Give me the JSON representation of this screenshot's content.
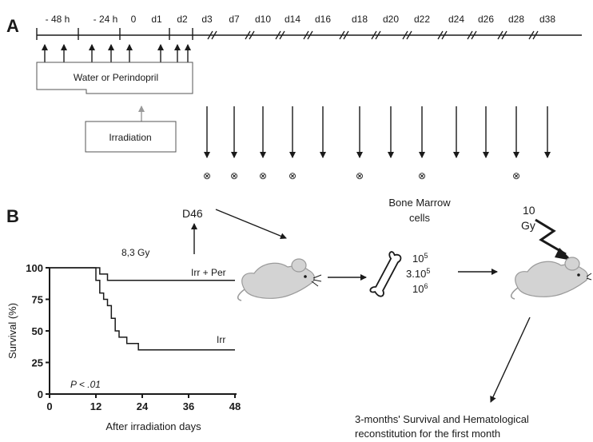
{
  "panel_a": {
    "label": "A",
    "timeline_labels": [
      "- 48 h",
      "- 24 h",
      "0",
      "d1",
      "d2",
      "d3",
      "d7",
      "d10",
      "d14",
      "d16",
      "d18",
      "d20",
      "d22",
      "d24",
      "d26",
      "d28",
      "d38"
    ],
    "treatment_label": "Water or Perindopril",
    "irradiation_label": "Irradiation",
    "sample_mark": "⊗"
  },
  "panel_b": {
    "label": "B",
    "dose_label": "8,3 Gy",
    "d46_label": "D46",
    "bone_marrow_label_1": "Bone Marrow",
    "bone_marrow_label_2": "cells",
    "dose_1": "10",
    "dose_1_exp": "5",
    "dose_2": "3.10",
    "dose_2_exp": "5",
    "dose_3": "10",
    "dose_3_exp": "6",
    "recipient_dose_1": "10",
    "recipient_dose_2": "Gy",
    "outcome_1": "3-months' Survival and Hematological",
    "outcome_2": "reconstitution for the first month"
  },
  "chart_data": {
    "type": "line",
    "xlabel": "After irradiation days",
    "ylabel": "Survival (%)",
    "xlim": [
      0,
      48
    ],
    "ylim": [
      0,
      100
    ],
    "xticks": [
      "0",
      "12",
      "24",
      "36",
      "48"
    ],
    "yticks": [
      "0",
      "25",
      "50",
      "75",
      "100"
    ],
    "pvalue_label": "P < .01",
    "series": [
      {
        "name": "Irr + Per",
        "points": [
          [
            0,
            100
          ],
          [
            13,
            100
          ],
          [
            13,
            95
          ],
          [
            15,
            95
          ],
          [
            15,
            90
          ],
          [
            48,
            90
          ]
        ]
      },
      {
        "name": "Irr",
        "points": [
          [
            0,
            100
          ],
          [
            12,
            100
          ],
          [
            12,
            90
          ],
          [
            13,
            90
          ],
          [
            13,
            80
          ],
          [
            14,
            80
          ],
          [
            14,
            75
          ],
          [
            15,
            75
          ],
          [
            15,
            70
          ],
          [
            16,
            70
          ],
          [
            16,
            60
          ],
          [
            17,
            60
          ],
          [
            17,
            50
          ],
          [
            18,
            50
          ],
          [
            18,
            45
          ],
          [
            20,
            45
          ],
          [
            20,
            40
          ],
          [
            23,
            40
          ],
          [
            23,
            35
          ],
          [
            48,
            35
          ]
        ]
      }
    ]
  }
}
